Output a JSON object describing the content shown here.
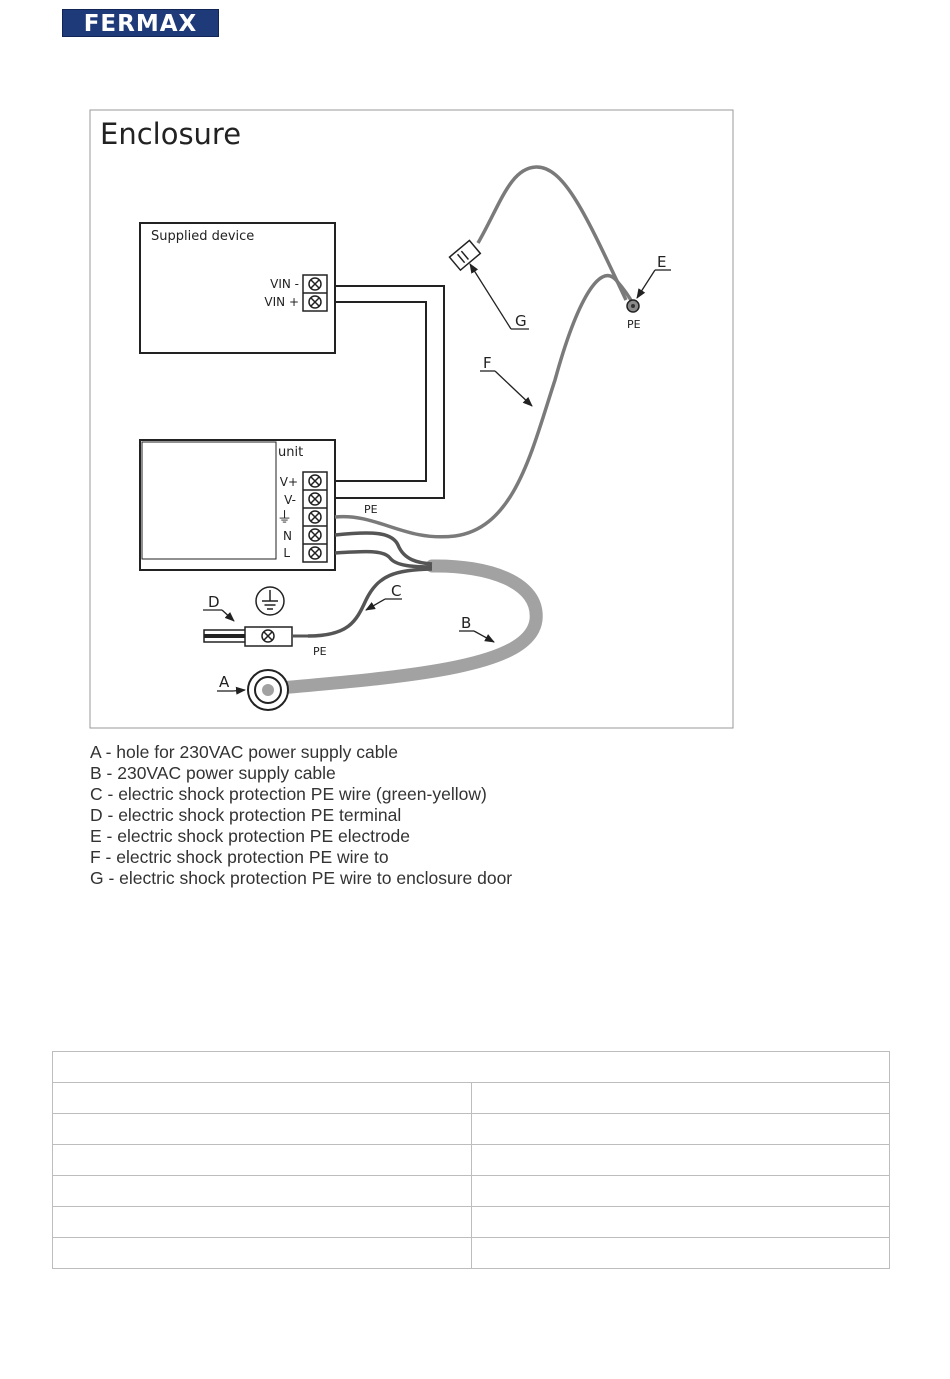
{
  "brand": {
    "logo_text": "FERMAX"
  },
  "diagram": {
    "title": "Enclosure",
    "supplied_device": {
      "label": "Supplied device",
      "terminals": [
        "VIN -",
        "VIN +"
      ]
    },
    "unit": {
      "label": "unit",
      "terminals": [
        "V+",
        "V-",
        "⏚",
        "N",
        "L"
      ]
    },
    "markers": {
      "a": "A",
      "b": "B",
      "c": "C",
      "d": "D",
      "e": "E",
      "f": "F",
      "g": "G",
      "pe_wire": "PE",
      "pe_terminal": "PE",
      "pe_electrode": "PE"
    }
  },
  "legend": [
    "A - hole for 230VAC power supply cable",
    "B - 230VAC power supply cable",
    "C - electric shock protection PE wire (green-yellow)",
    "D - electric shock protection PE terminal",
    "E - electric shock protection PE electrode",
    "F - electric shock protection PE wire to",
    "G - electric shock protection PE wire to enclosure door"
  ],
  "table": {
    "rows": 7
  }
}
